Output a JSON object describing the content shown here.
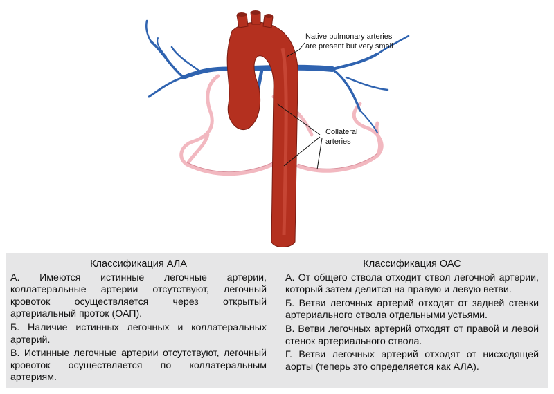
{
  "figure": {
    "label_native": "Native pulmonary arteries\nare present but very small",
    "label_collateral": "Collateral\narteries",
    "colors": {
      "aorta": "#b4301f",
      "pulmonary": "#2f63b0",
      "collateral": "#f2b8c0"
    }
  },
  "left_column": {
    "title": "Классификация АЛА",
    "items": [
      "А. Имеются истинные легочные артерии, коллатеральные артерии отсутствуют, легочный кровоток осуществляется через открытый артериальный проток (ОАП).",
      "Б. Наличие истинных легочных и коллатеральных артерий.",
      "В. Истинные легочные артерии отсутствуют, легочный кровоток осуществляется по коллатеральным артериям."
    ]
  },
  "right_column": {
    "title": "Классификация ОАС",
    "items": [
      "А. От общего ствола отходит ствол легочной артерии, который затем делится на правую и левую ветви.",
      "Б. Ветви легочных артерий отходят от задней стенки артериального ствола отдельными устьями.",
      "В. Ветви легочных артерий отходят от правой и левой стенок артериального ствола.",
      "Г. Ветви легочных артерий отходят от нисходящей аорты (теперь это определяется как АЛА)."
    ]
  }
}
